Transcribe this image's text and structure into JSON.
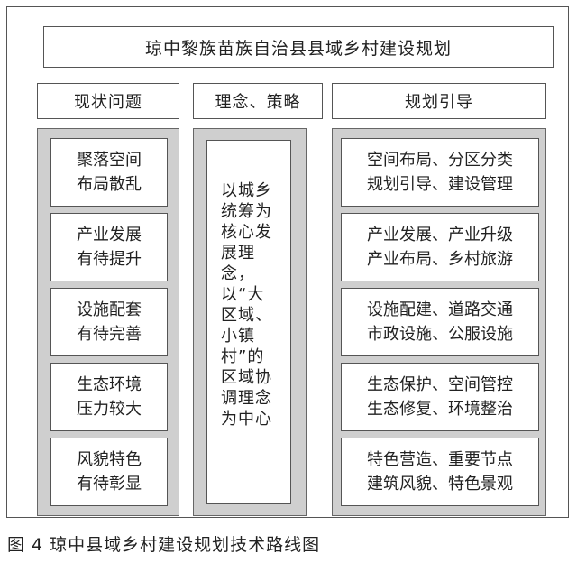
{
  "title": "琼中黎族苗族自治县县域乡村建设规划",
  "columns": {
    "left": {
      "header": "现状问题",
      "items": [
        "聚落空间\n布局散乱",
        "产业发展\n有待提升",
        "设施配套\n有待完善",
        "生态环境\n压力较大",
        "风貌特色\n有待彰显"
      ]
    },
    "middle": {
      "header": "理念、策略",
      "text": "以城乡统筹为核心发展理念，以“大区域、小镇村”的区域协调理念为中心"
    },
    "right": {
      "header": "规划引导",
      "items": [
        "空间布局、分区分类\n规划引导、建设管理",
        "产业发展、产业升级\n产业布局、乡村旅游",
        "设施配建、道路交通\n市政设施、公服设施",
        "生态保护、空间管控\n生态修复、环境整治",
        "特色营造、重要节点\n建筑风貌、特色景观"
      ]
    }
  },
  "caption": "图 4  琼中县域乡村建设规划技术路线图",
  "colors": {
    "border": "#555555",
    "panel_fill": "#cfcfcf",
    "box_fill": "#ffffff",
    "text": "#222222"
  }
}
